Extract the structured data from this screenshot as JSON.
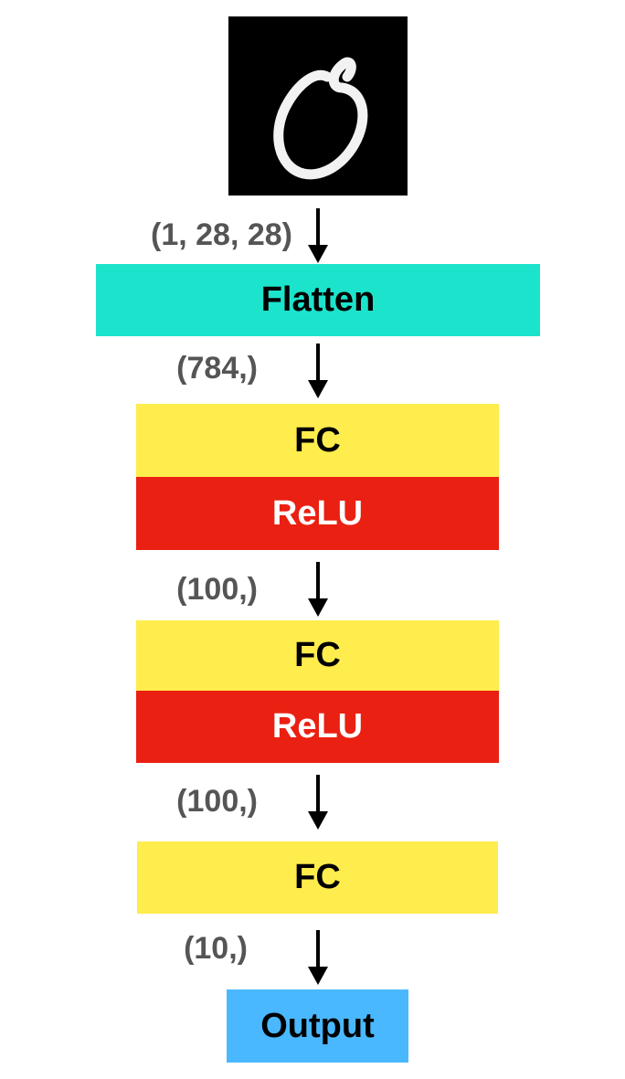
{
  "input_image": {
    "icon": "handwritten-digit-zero-icon",
    "background": "#000000",
    "stroke": "#ffffff"
  },
  "shapes": [
    "(1, 28, 28)",
    "(784,)",
    "(100,)",
    "(100,)",
    "(10,)"
  ],
  "layers": [
    {
      "label": "Flatten",
      "color": "#1ce3cb",
      "text_color": "#000000"
    },
    {
      "label": "FC",
      "color": "#ffec4d",
      "text_color": "#000000"
    },
    {
      "label": "ReLU",
      "color": "#ea2012",
      "text_color": "#ffffff"
    },
    {
      "label": "FC",
      "color": "#ffec4d",
      "text_color": "#000000"
    },
    {
      "label": "ReLU",
      "color": "#ea2012",
      "text_color": "#ffffff"
    },
    {
      "label": "FC",
      "color": "#ffec4d",
      "text_color": "#000000"
    }
  ],
  "output": {
    "label": "Output",
    "color": "#4ab8ff",
    "text_color": "#000000"
  }
}
